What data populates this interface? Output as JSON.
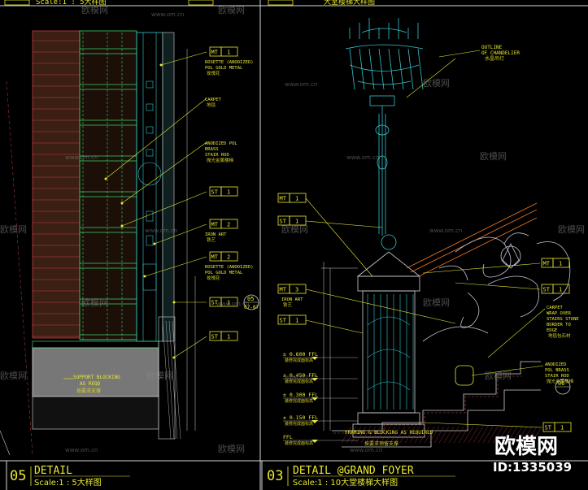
{
  "header": {
    "left": "Scale:1 : 5大样图",
    "right": "大堂楼梯大样图"
  },
  "left_detail": {
    "number": "05",
    "title": "DETAIL",
    "scale": "Scale:1 : 5大样图",
    "callouts": [
      {
        "code": "MT",
        "num": "1",
        "text": [
          "ROSETTE (ANODIZED)",
          "POL GOLD METAL"
        ],
        "cn": "玫瑰花"
      },
      {
        "code": "",
        "num": "",
        "text": [
          "CARPET"
        ],
        "cn": "地毯"
      },
      {
        "code": "",
        "num": "",
        "text": [
          "ANODIZED POL",
          "BRASS",
          "STAIR ROD"
        ],
        "cn": "抛光金属楼梯"
      },
      {
        "code": "ST",
        "num": "1",
        "text": [],
        "cn": ""
      },
      {
        "code": "MT",
        "num": "2",
        "text": [
          "IRON ART"
        ],
        "cn": "铁艺"
      },
      {
        "code": "MT",
        "num": "2",
        "text": [
          "ROSETTE (ANODIZED)",
          "POL GOLD METAL"
        ],
        "cn": "玫瑰花"
      },
      {
        "code": "ST",
        "num": "1",
        "text": [],
        "cn": ""
      },
      {
        "code": "ST",
        "num": "1",
        "text": [],
        "cn": ""
      }
    ],
    "note": [
      "SUPPORT BLOCKING",
      "AS REQD"
    ],
    "note_cn": "按要求支撑",
    "section_mark": {
      "num": "05",
      "ref": "07-07"
    }
  },
  "right_detail": {
    "number": "03",
    "title": "DETAIL @GRAND FOYER",
    "scale": "Scale:1 : 10大堂楼梯大样图",
    "chandelier": [
      "OUTLINE",
      "OF CHANDELIER"
    ],
    "chandelier_cn": "水晶吊灯",
    "callouts_left": [
      {
        "code": "MT",
        "num": "1"
      },
      {
        "code": "ST",
        "num": "1"
      },
      {
        "code": "MT",
        "num": "3",
        "text": "IRON ART",
        "cn": "铁艺"
      },
      {
        "code": "ST",
        "num": "1"
      }
    ],
    "callouts_right": [
      {
        "code": "MT",
        "num": "1"
      },
      {
        "code": "ST",
        "num": "1"
      },
      {
        "code": "",
        "num": "",
        "text": [
          "CARPET",
          "WRAP OVER",
          "STAIRS STONE",
          "BORDER TO",
          "EDGE"
        ],
        "cn": "地毯包石材"
      },
      {
        "code": "",
        "num": "",
        "text": [
          "ANODIZED",
          "POL BRASS",
          "STAIR ROD"
        ],
        "cn": "抛光金属楼梯"
      },
      {
        "code": "ST",
        "num": "1"
      }
    ],
    "levels": [
      "± 0.600 FFL",
      "± 0.450 FFL",
      "± 0.300 FFL",
      "± 0.150 FFL",
      "FFL"
    ],
    "level_cn": "装修完成面标高",
    "framing": "FRAMING & BLOCKING AS REQUIRED",
    "framing_cn": "按要求预留支撑",
    "section_mark": {
      "num": "06",
      "ref": ""
    }
  },
  "watermark": {
    "brand": "欧模网",
    "url": "www.om.cn"
  },
  "logo": {
    "name": "欧模网",
    "id": "ID:1335039"
  }
}
